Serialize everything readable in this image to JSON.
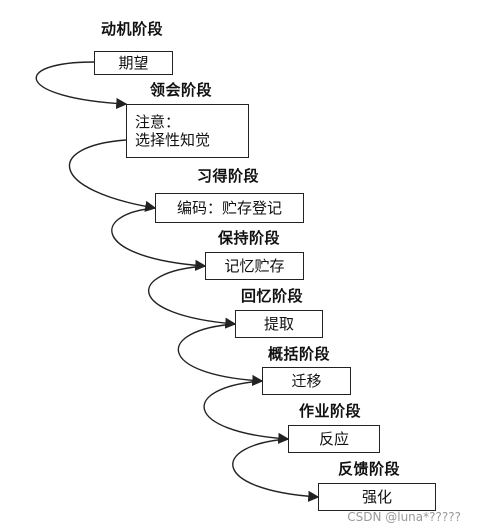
{
  "stages": [
    {
      "title": "动机阶段",
      "lines": [
        "期望"
      ]
    },
    {
      "title": "领会阶段",
      "lines": [
        "注意：",
        "选择性知觉"
      ]
    },
    {
      "title": "习得阶段",
      "lines": [
        "编码：贮存登记"
      ]
    },
    {
      "title": "保持阶段",
      "lines": [
        "记忆贮存"
      ]
    },
    {
      "title": "回忆阶段",
      "lines": [
        "提取"
      ]
    },
    {
      "title": "概括阶段",
      "lines": [
        "迁移"
      ]
    },
    {
      "title": "作业阶段",
      "lines": [
        "反应"
      ]
    },
    {
      "title": "反馈阶段",
      "lines": [
        "强化"
      ]
    }
  ],
  "watermark": "CSDN @luna*?????",
  "colors": {
    "line": "#222222",
    "text": "#111111",
    "watermark": "#9a9a9a"
  }
}
